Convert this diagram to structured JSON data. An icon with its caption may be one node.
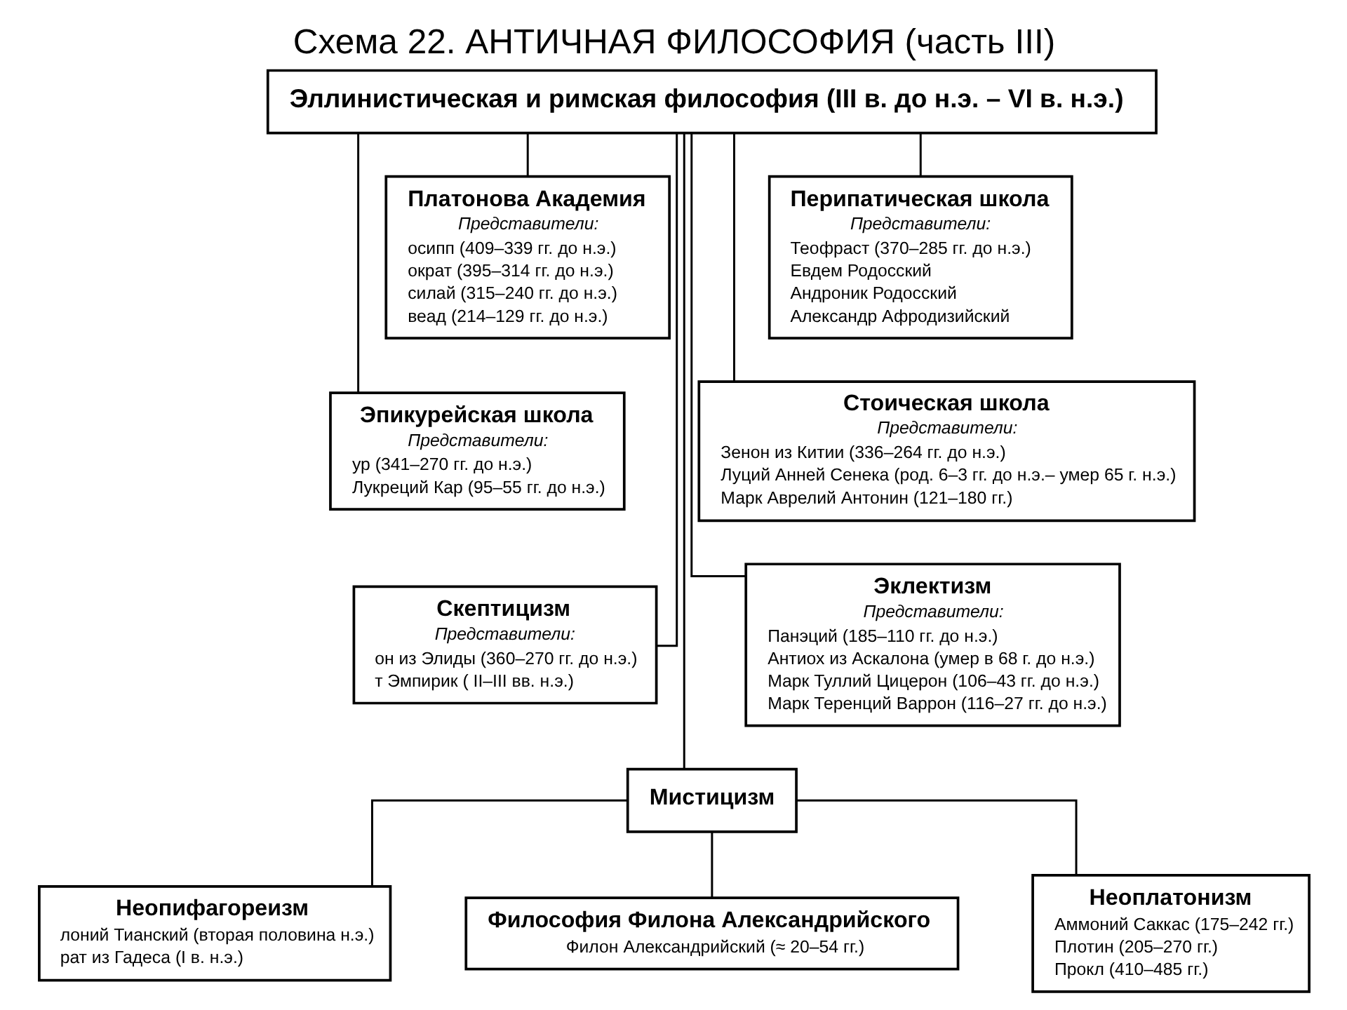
{
  "diagram": {
    "title": "Схема 22. АНТИЧНАЯ ФИЛОСОФИЯ (часть III)",
    "nodes": [
      {
        "text": [
          "Эллинистическая и римская философия (III в. до н.э. – VI в. н.э.)"
        ]
      },
      {
        "text": [
          "Платонова Академия",
          "Представители:",
          "осипп (409–339 гг. до н.э.)",
          "ократ (395–314 гг. до н.э.)",
          "силай (315–240 гг. до н.э.)",
          "веад (214–129 гг. до н.э.)"
        ]
      },
      {
        "text": [
          "Перипатическая школа",
          "Представители:",
          "Теофраст (370–285 гг. до н.э.)",
          "Евдем Родосский",
          "Андроник Родосский",
          "Александр Афродизийский"
        ]
      },
      {
        "text": [
          "Эпикурейская школа",
          "Представители:",
          "ур (341–270 гг. до н.э.)",
          "Лукреций Кар (95–55 гг. до н.э.)"
        ]
      },
      {
        "text": [
          "Стоическая школа",
          "Представители:",
          "Зенон из Китии (336–264 гг. до н.э.)",
          "Луций Анней Сенека (род. 6–3 гг. до н.э.– умер 65 г. н.э.)",
          "Марк Аврелий Антонин (121–180 гг.)"
        ]
      },
      {
        "text": [
          "Скептицизм",
          "Представители:",
          "он из Элиды (360–270 гг. до н.э.)",
          "т Эмпирик ( II–III вв. н.э.)"
        ]
      },
      {
        "text": [
          "Эклектизм",
          "Представители:",
          "Панэций (185–110 гг. до н.э.)",
          "Антиох из Аскалона (умер в 68 г. до н.э.)",
          "Марк Туллий Цицерон (106–43 гг. до н.э.)",
          "Марк Теренций Варрон (116–27 гг. до н.э.)"
        ]
      },
      {
        "text": [
          "Мистицизм"
        ]
      },
      {
        "text": [
          "Неопифагореизм",
          "лоний Тианский (вторая половина н.э.)",
          "рат из Гадеса (I в. н.э.)"
        ]
      },
      {
        "text": [
          "Философия Филона Александрийского",
          "Филон Александрийский (≈ 20–54 гг.)"
        ]
      },
      {
        "text": [
          "Неоплатонизм",
          "Аммоний Саккас (175–242 гг.)",
          "Плотин (205–270 гг.)",
          "Прокл (410–485 гг.)"
        ]
      }
    ],
    "edges": [
      {
        "from": 0,
        "to": 1,
        "arrow": "none"
      },
      {
        "from": 0,
        "to": 2,
        "arrow": "none"
      },
      {
        "from": 0,
        "to": 3,
        "arrow": "none"
      },
      {
        "from": 0,
        "to": 4,
        "arrow": "none"
      },
      {
        "from": 0,
        "to": 5,
        "arrow": "none"
      },
      {
        "from": 0,
        "to": 6,
        "arrow": "none"
      },
      {
        "from": 0,
        "to": 7,
        "arrow": "none"
      },
      {
        "from": 7,
        "to": 8,
        "arrow": "none"
      },
      {
        "from": 7,
        "to": 9,
        "arrow": "none"
      },
      {
        "from": 7,
        "to": 10,
        "arrow": "none"
      }
    ]
  }
}
